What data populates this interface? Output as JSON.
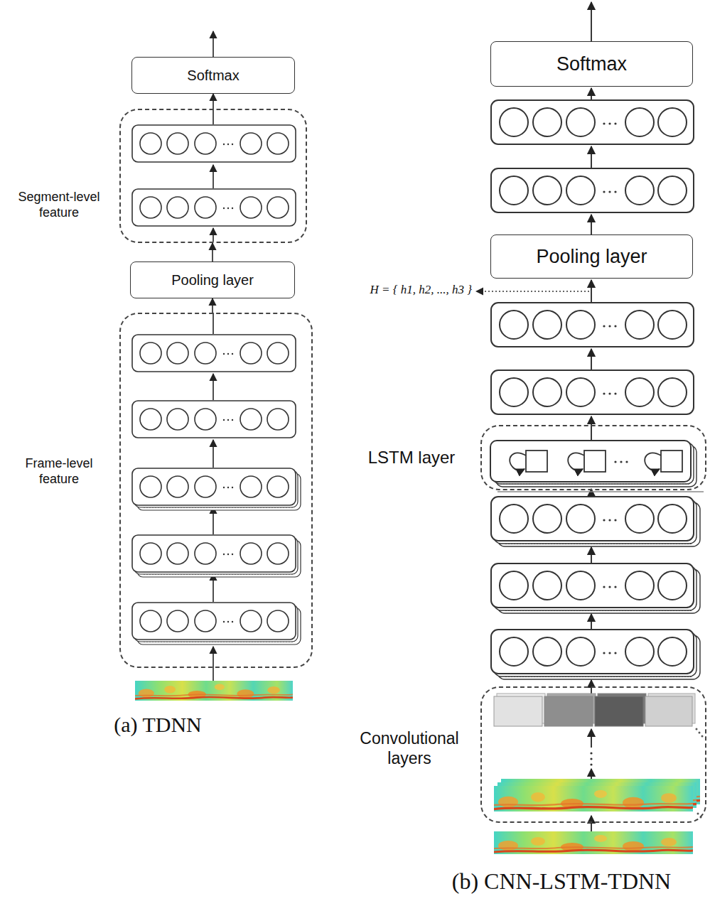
{
  "diagram": {
    "nodes": [
      {
        "text": [
          "Softmax"
        ]
      },
      {
        "text": [
          "Segment-level feature"
        ]
      },
      {
        "text": [
          "Pooling layer"
        ]
      },
      {
        "text": [
          "Frame-level feature"
        ]
      },
      {
        "text": [
          "Softmax"
        ]
      },
      {
        "text": [
          "Pooling layer"
        ]
      },
      {
        "text": [
          "LSTM layer"
        ]
      },
      {
        "text": [
          "Convolutional layers"
        ]
      }
    ],
    "edges": [
      {
        "from": 3,
        "to": 2,
        "arrow": "to"
      },
      {
        "from": 2,
        "to": 1,
        "arrow": "to"
      },
      {
        "from": 1,
        "to": 0,
        "arrow": "to"
      }
    ],
    "labels": [
      "H = { h1, h2, ..., h3 }",
      "(a) TDNN",
      "(b) CNN-LSTM-TDNN"
    ]
  }
}
